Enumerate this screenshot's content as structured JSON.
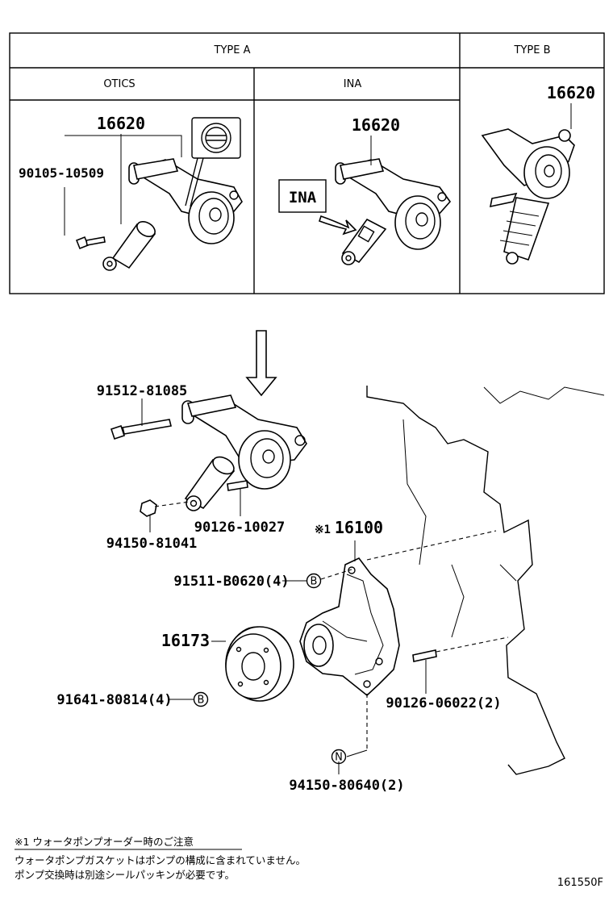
{
  "table": {
    "type_a": "TYPE A",
    "type_b": "TYPE B",
    "otics": "OTICS",
    "ina": "INA"
  },
  "inset_a1": {
    "part_top": "16620",
    "part_bolt": "90105-10509"
  },
  "inset_a2": {
    "part_top": "16620",
    "tag": "INA"
  },
  "inset_b": {
    "part_top": "16620"
  },
  "main": {
    "bolt_long": "91512-81085",
    "stud_tensioner": "90126-10027",
    "nut_tensioner": "94150-81041",
    "pump_prefix": "※1",
    "pump": "16100",
    "bolt_pump": "91511-B0620(4)",
    "pulley": "16173",
    "bolt_pulley": "91641-80814(4)",
    "stud_pump": "90126-06022(2)",
    "nut_pump": "94150-80640(2)",
    "circle_b": "B",
    "circle_n": "N"
  },
  "notes": {
    "title": "※1 ウォータポンプオーダー時のご注意",
    "line1": "ウォータポンプガスケットはポンプの構成に含まれていません。",
    "line2": "ポンプ交換時は別途シールパッキンが必要です。"
  },
  "diagram_code": "161550F"
}
